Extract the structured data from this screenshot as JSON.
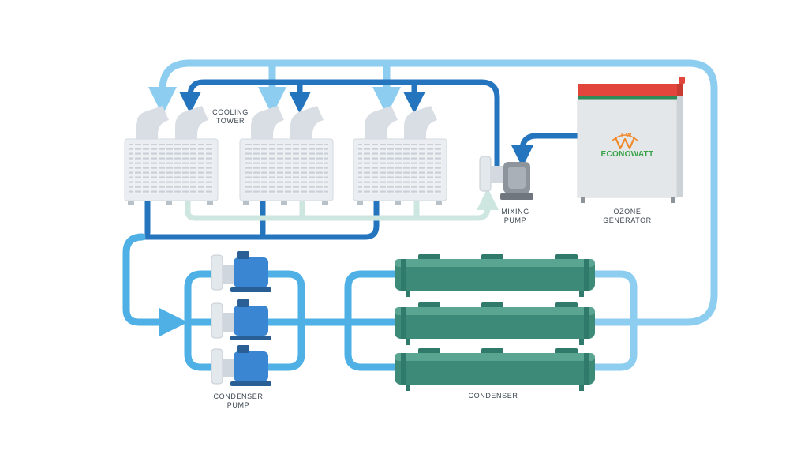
{
  "labels": {
    "cooling_tower": [
      "COOLING",
      "TOWER"
    ],
    "mixing_pump": [
      "MIXING",
      "PUMP"
    ],
    "ozone_generator": [
      "OZONE",
      "GENERATOR"
    ],
    "condenser_pump": [
      "CONDENSER",
      "PUMP"
    ],
    "condenser": "CONDENSER"
  },
  "brand": {
    "name": "ECONOWATT",
    "logo_letters": "EW"
  },
  "colors": {
    "light_pipe": "#8ccdf0",
    "mid_pipe": "#4fb0e6",
    "dark_pipe": "#2474be",
    "mint_pipe": "#cde6df",
    "tower_body": "#eaeef2",
    "pump_blue": "#3b86d2",
    "condenser_green": "#2f7a6a",
    "generator_red": "#e2453b",
    "brand_green": "#3aa348",
    "brand_orange": "#f0882a"
  },
  "icons": [
    "cooling-tower-icon",
    "mixing-pump-icon",
    "ozone-generator-icon",
    "condenser-pump-icon",
    "condenser-tank-icon",
    "flow-arrow-icon"
  ]
}
